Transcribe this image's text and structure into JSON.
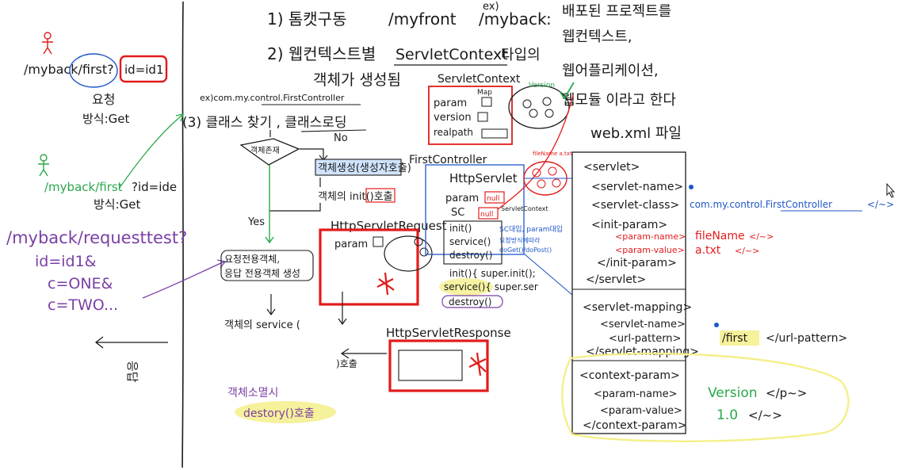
{
  "colors": {
    "ink": "#1a1a1a",
    "red": "#e21b1b",
    "green": "#2aa84a",
    "purple": "#7a3fa6",
    "blue": "#1f56c8",
    "yellow": "#f4ef8a",
    "highlight_blue": "#cfe3fb"
  },
  "left": {
    "req1_url": "/myback/first?",
    "req1_param": "id=id1",
    "req1_label": "요청",
    "req1_method": "방식:Get",
    "req2_url": "/myback/first",
    "req2_param": "?id=ide",
    "req2_method": "방식:Get",
    "req3_url": "/myback/requesttest?",
    "req3_lines": [
      "id=id1&",
      "c=ONE&",
      "c=TWO..."
    ],
    "response_label": "응답"
  },
  "header": {
    "step1": "1)  톰캣구동",
    "step1_path1": "/myfront",
    "step1_ex": "ex)",
    "step1_path2": "/myback",
    "step1_colon": ":",
    "step2": "2) 웹컨텍스트별",
    "step2_type": "ServletContext",
    "step2_suffix": "타입의",
    "step2_line2": "객체가 생성됨",
    "step3": "(3) 클래스 찾기 , 클래스로딩",
    "step3_example": "ex)com.my.control.FirstController"
  },
  "right_notes": [
    "배포된 프로젝트를",
    "웹컨텍스트,",
    "웹어플리케이션,",
    "웹모듈 이라고 한다",
    "web.xml 파일"
  ],
  "servlet_context_box": {
    "title": "ServletContext",
    "map_label": "Map",
    "version_note": "Version",
    "rows": [
      "param",
      "version",
      "realpath"
    ]
  },
  "flow": {
    "decision": "객체존재",
    "no": "No",
    "create": "객체생성(생성자호출)",
    "init": "객체의 init()호출",
    "yes": "Yes",
    "req_resp": [
      "요청전용객체,",
      "응답 전용객체 생성"
    ],
    "service": "객체의 service (",
    "call": ")호출",
    "destroy_when": "객체소멸시",
    "destroy_call": "destory()호출"
  },
  "http_servlet_request": {
    "title": "HttpServletRequest",
    "param_label": "param"
  },
  "http_servlet_response": {
    "title": "HttpServletResponse"
  },
  "first_controller": {
    "title": "FirstController",
    "inner_title": "HttpServlet",
    "param_label": "param",
    "param_value": "null",
    "sc_label": "SC",
    "sc_value": "null",
    "sc_note": "ServletContext",
    "methods": [
      "init()",
      "service()",
      "destroy()"
    ],
    "method_note1": "SC대입, param대입",
    "method_note2": "doGet()/doPost()",
    "method_note2b": "요청방식에따라",
    "overrides": [
      "init(){ super.init();",
      "service(){ super.ser",
      "destroy()"
    ],
    "filename_note": "fileName a.txt"
  },
  "web_xml": {
    "servlet_open": "<servlet>",
    "servlet_name": "<servlet-name>",
    "servlet_class": "<servlet-class>",
    "class_value": "com.my.control.FirstController",
    "class_close": "</~>",
    "init_param_open": "<init-param>",
    "param_name": "<param-name>",
    "param_name_value": "fileName",
    "param_name_close": "</~>",
    "param_value": "<param-value>",
    "param_value_value": "a.txt",
    "param_value_close": "</~>",
    "init_param_close": "</init-param>",
    "servlet_close": "</servlet>",
    "mapping_open": "<servlet-mapping>",
    "mapping_name": "<servlet-name>",
    "url_pattern": "<url-pattern>",
    "url_value": "/first",
    "url_close": "</url-pattern>",
    "mapping_close": "</servlet-mapping>",
    "context_open": "<context-param>",
    "ctx_param_name": "<param-name>",
    "ctx_name_value": "Version",
    "ctx_name_close": "</p~>",
    "ctx_param_value": "<param-value>",
    "ctx_value_value": "1.0",
    "ctx_value_close": "</~>",
    "context_close": "</context-param>"
  }
}
